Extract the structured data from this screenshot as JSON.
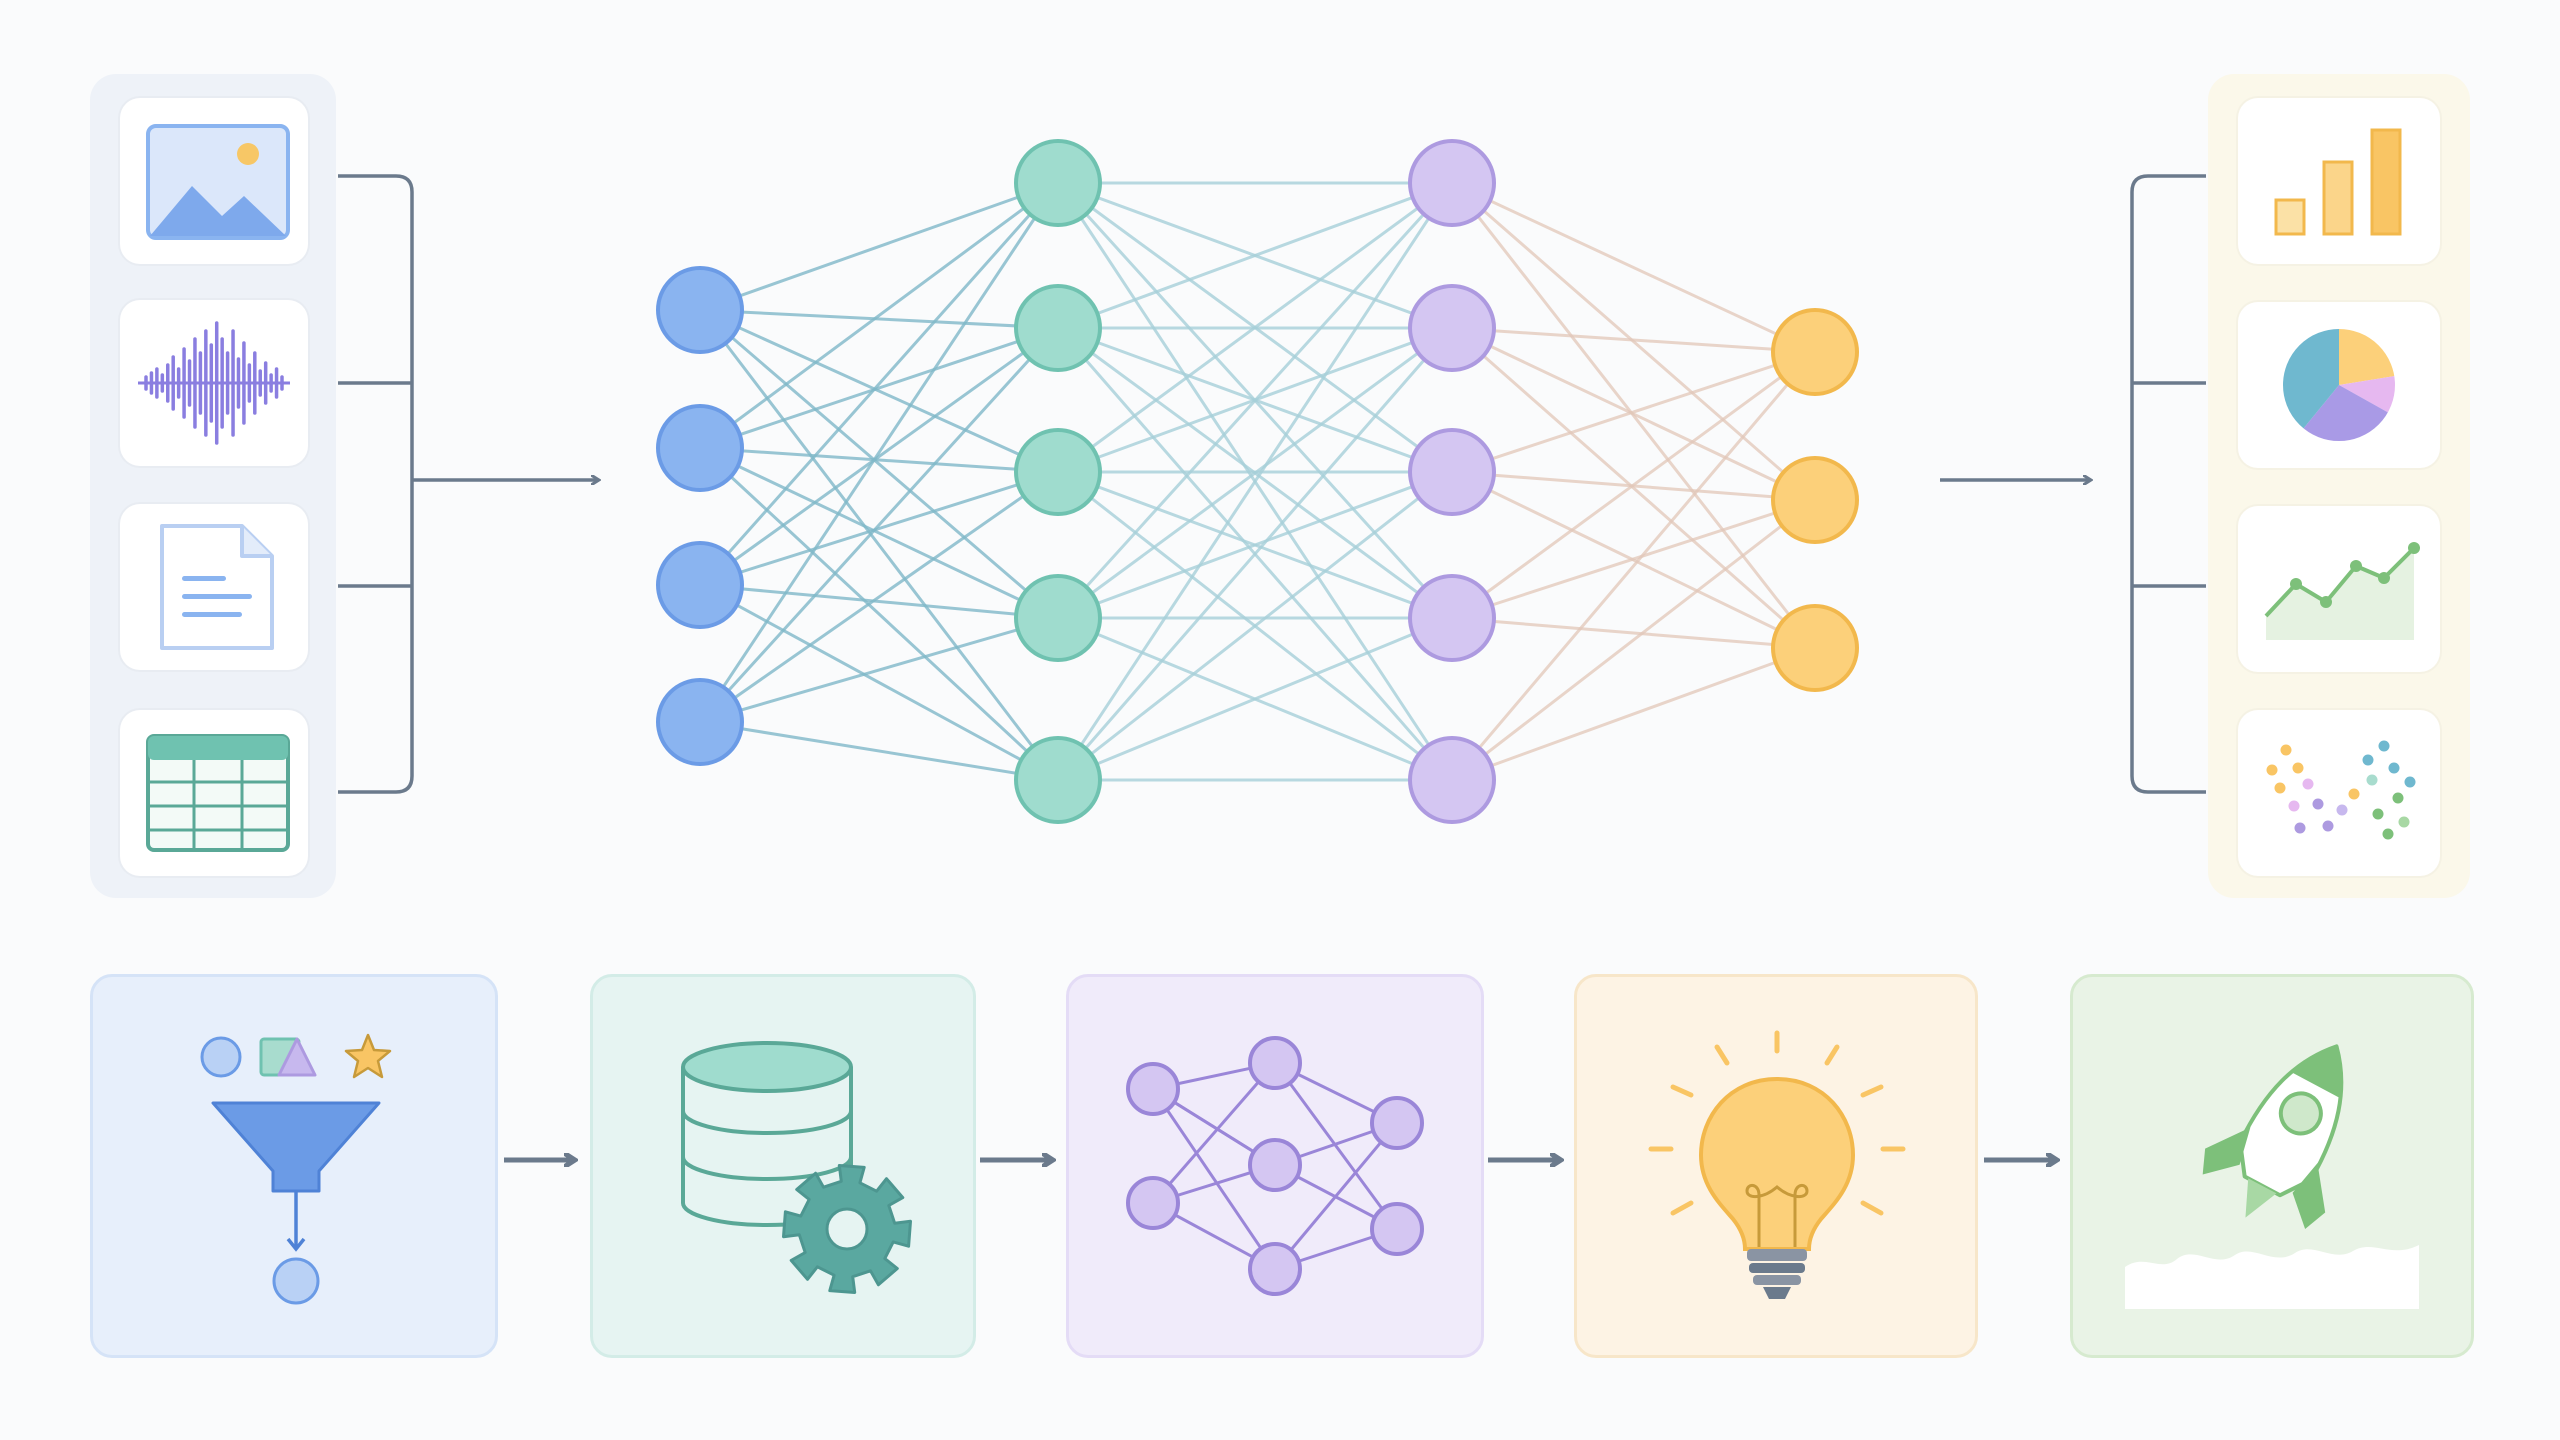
{
  "diagram": {
    "inputs": [
      "image-icon",
      "audio-waveform-icon",
      "document-icon",
      "table-icon"
    ],
    "outputs": [
      "bar-chart-icon",
      "pie-chart-icon",
      "line-chart-icon",
      "scatter-plot-icon"
    ],
    "network": {
      "layers": [
        {
          "name": "input-layer",
          "nodes": 4,
          "color": "#8ab4f0",
          "stroke": "#6b9be6"
        },
        {
          "name": "hidden-layer-1",
          "nodes": 5,
          "color": "#9fdcce",
          "stroke": "#6fc2b0"
        },
        {
          "name": "hidden-layer-2",
          "nodes": 5,
          "color": "#d4c6f2",
          "stroke": "#ad9ae0"
        },
        {
          "name": "output-layer",
          "nodes": 3,
          "color": "#fcd07a",
          "stroke": "#f2b84c"
        }
      ]
    },
    "pipeline": [
      {
        "name": "data-filtering-stage",
        "icon": "funnel-icon",
        "bg": "#e7effb",
        "border": "#cfdef5"
      },
      {
        "name": "data-processing-stage",
        "icon": "database-gear-icon",
        "bg": "#e6f4f2",
        "border": "#d0ebe6"
      },
      {
        "name": "model-training-stage",
        "icon": "neural-network-icon",
        "bg": "#f0ebfa",
        "border": "#e2d9f5"
      },
      {
        "name": "insight-stage",
        "icon": "lightbulb-icon",
        "bg": "#fdf3e4",
        "border": "#f7e4c4"
      },
      {
        "name": "deployment-stage",
        "icon": "rocket-icon",
        "bg": "#e9f3e6",
        "border": "#d3e8cc"
      }
    ],
    "colors": {
      "blue": "#6b9be6",
      "teal": "#6fc2b0",
      "purple": "#ad9ae0",
      "yellow": "#f2b84c",
      "green": "#7dc07a",
      "connector": "#6b7a8c"
    }
  }
}
